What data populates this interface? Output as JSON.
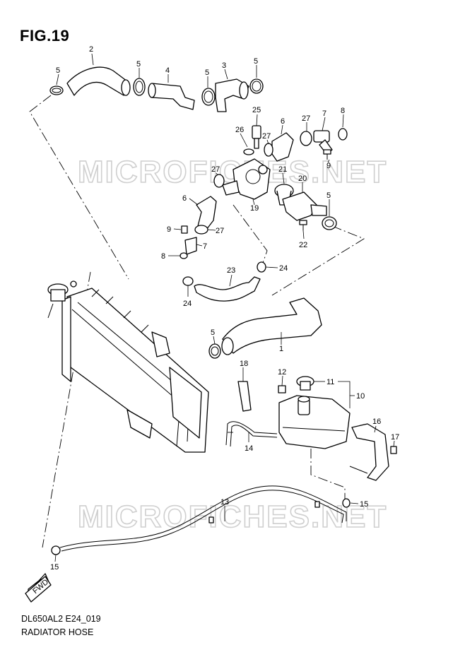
{
  "figure": {
    "title": "FIG.19",
    "model_code": "DL650AL2 E24_019",
    "name": "RADIATOR HOSE"
  },
  "watermarks": [
    "MICROFICHES.NET",
    "MICROFICHES.NET"
  ],
  "arrow_label": "FWD",
  "callouts": {
    "c1": "1",
    "c2": "2",
    "c3": "3",
    "c4": "4",
    "c5a": "5",
    "c5b": "5",
    "c5c": "5",
    "c5d": "5",
    "c5e": "5",
    "c5f": "5",
    "c6a": "6",
    "c6b": "6",
    "c7a": "7",
    "c7b": "7",
    "c8a": "8",
    "c8b": "8",
    "c9a": "9",
    "c9b": "9",
    "c10": "10",
    "c11": "11",
    "c12": "12",
    "c13": "13",
    "c14": "14",
    "c15a": "15",
    "c15b": "15",
    "c16": "16",
    "c17": "17",
    "c18": "18",
    "c19": "19",
    "c20": "20",
    "c21": "21",
    "c22": "22",
    "c23": "23",
    "c24a": "24",
    "c24b": "24",
    "c25": "25",
    "c26": "26",
    "c27a": "27",
    "c27b": "27",
    "c27c": "27",
    "c27d": "27"
  }
}
